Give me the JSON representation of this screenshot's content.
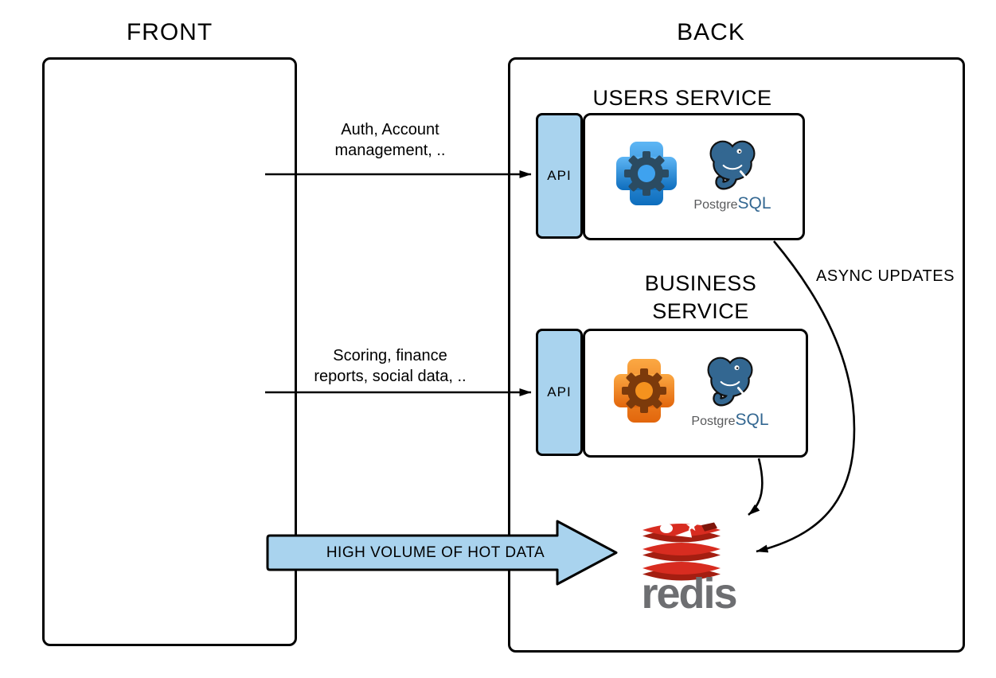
{
  "titles": {
    "front": "FRONT",
    "back": "BACK"
  },
  "users_service": {
    "title": "USERS SERVICE",
    "api_label": "API",
    "postgres": {
      "name_part1": "Postgre",
      "name_part2": "SQL"
    }
  },
  "business_service": {
    "title_line1": "BUSINESS",
    "title_line2": "SERVICE",
    "api_label": "API",
    "postgres": {
      "name_part1": "Postgre",
      "name_part2": "SQL"
    }
  },
  "connections": {
    "front_to_users": {
      "label_line1": "Auth, Account",
      "label_line2": "management, .."
    },
    "front_to_business": {
      "label_line1": "Scoring, finance",
      "label_line2": "reports, social data, .."
    },
    "front_to_redis": {
      "label": "HIGH VOLUME OF HOT DATA"
    },
    "services_to_redis": {
      "label": "ASYNC UPDATES"
    }
  },
  "redis": {
    "wordmark": "redis"
  },
  "icons": {
    "users_gear": "blue-gear-app-icon",
    "business_gear": "orange-gear-app-icon",
    "users_db": "postgresql-elephant-icon",
    "business_db": "postgresql-elephant-icon",
    "cache": "redis-database-stack-icon"
  },
  "colors": {
    "api_box_fill": "#a9d3ee",
    "hot_data_arrow_fill": "#a9d3ee",
    "outline": "#000000",
    "users_gear_blue": "#1273c4",
    "users_gear_dark": "#2b4b61",
    "business_gear_orange": "#e2660c",
    "business_gear_dark": "#7c3a0b",
    "postgres_blue": "#336791",
    "postgres_text_gray": "#58595b",
    "redis_red": "#d82c20",
    "redis_dark_red": "#a41e11",
    "redis_hole_dark": "#7e150b",
    "redis_wordmark_gray": "#6d6e71"
  }
}
